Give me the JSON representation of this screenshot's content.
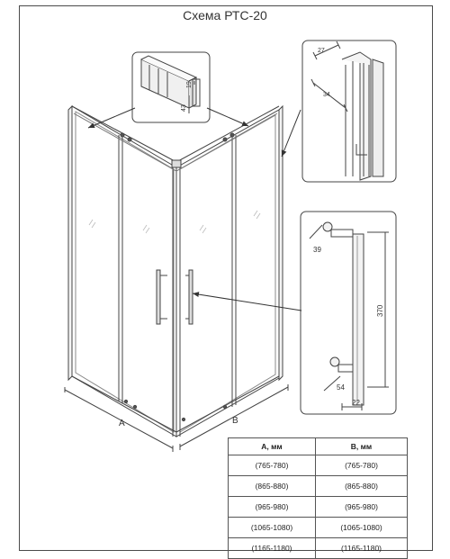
{
  "title": "Схема РТС-20",
  "top_detail": {
    "dim_a": "19",
    "dim_b": "43"
  },
  "right_detail": {
    "dim_a": "27",
    "dim_b": "34"
  },
  "handle_detail": {
    "d1": "39",
    "d2": "370",
    "d3": "54",
    "d4": "22"
  },
  "axis_labels": {
    "a": "A",
    "b": "B"
  },
  "table": {
    "headers": [
      "А, мм",
      "В, мм"
    ],
    "rows": [
      [
        "(765-780)",
        "(765-780)"
      ],
      [
        "(865-880)",
        "(865-880)"
      ],
      [
        "(965-980)",
        "(965-980)"
      ],
      [
        "(1065-1080)",
        "(1065-1080)"
      ],
      [
        "(1165-1180)",
        "(1165-1180)"
      ]
    ]
  }
}
